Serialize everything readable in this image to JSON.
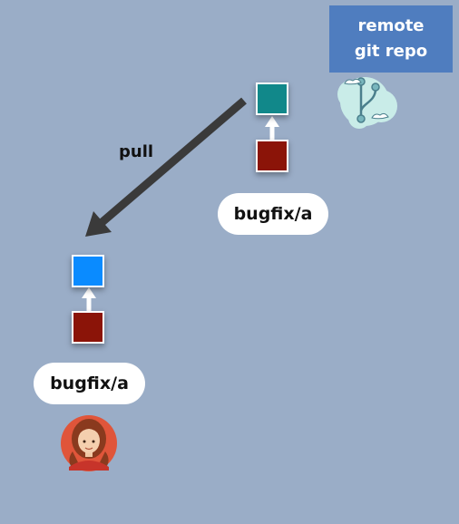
{
  "remote": {
    "line1": "remote",
    "line2": "git repo"
  },
  "remote_branch": {
    "label": "bugfix/a",
    "head_color": "#11888a",
    "base_color": "#8b1408"
  },
  "local_branch": {
    "label": "bugfix/a",
    "head_color": "#0a8bff",
    "base_color": "#8b1408"
  },
  "arrow": {
    "label": "pull"
  },
  "icons": {
    "repo": "git-branch-cloud-icon",
    "user": "woman-avatar-icon"
  }
}
